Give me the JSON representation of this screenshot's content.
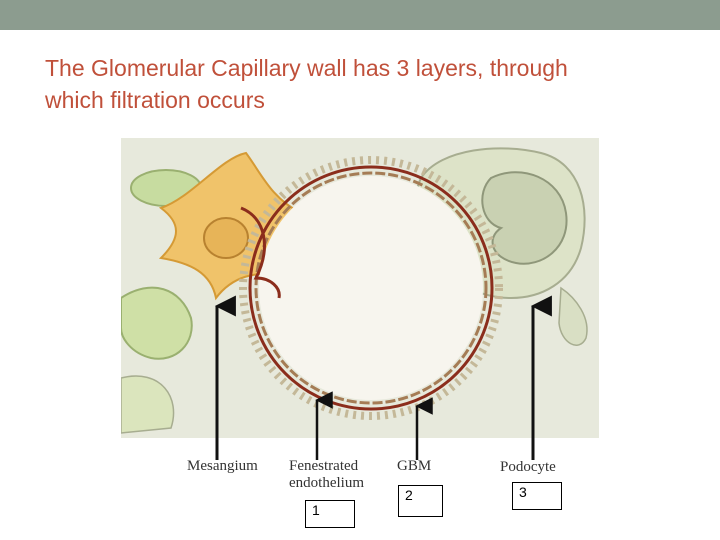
{
  "slide": {
    "title_line1": "The Glomerular Capillary wall has 3 layers, through",
    "title_line2": "which filtration occurs",
    "title_color": "#c0503a",
    "topbar_color": "#8c9c8f"
  },
  "figure": {
    "labels": {
      "mesangium": "Mesangium",
      "fenestrated_line1": "Fenestrated",
      "fenestrated_line2": "endothelium",
      "gbm": "GBM",
      "podocyte": "Podocyte"
    }
  },
  "number_boxes": {
    "one": "1",
    "two": "2",
    "three": "3"
  }
}
